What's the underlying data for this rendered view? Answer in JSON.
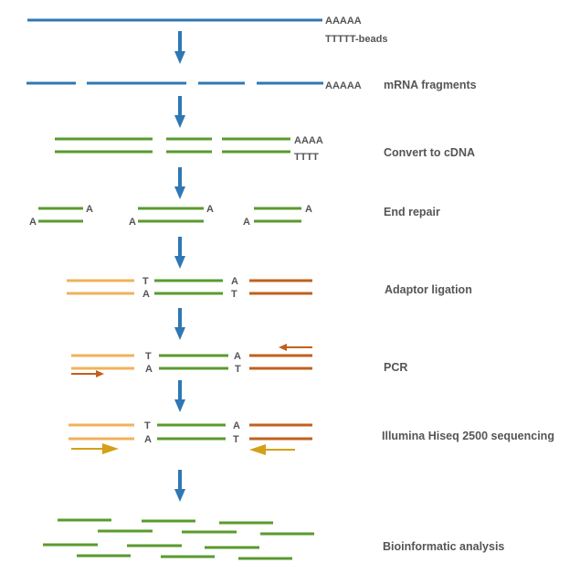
{
  "colors": {
    "mrna": "#2f77b5",
    "cdna": "#5a9a2e",
    "adaptor_left": "#f0b25c",
    "adaptor_right": "#c0611c",
    "arrow": "#2f77b5",
    "primer_small": "#c0611c",
    "primer_large": "#d4a017",
    "text": "#555555"
  },
  "steps": {
    "mrna_polyA": "AAAAA",
    "beads": "TTTTT-beads",
    "fragments_polyA": "AAAAA",
    "fragments_label": "mRNA fragments",
    "cdna_top": "AAAA",
    "cdna_bottom": "TTTT",
    "cdna_label": "Convert to cDNA",
    "end_repair_label": "End repair",
    "adaptor_label": "Adaptor ligation",
    "pcr_label": "PCR",
    "sequencing_label": "Illumina Hiseq 2500 sequencing",
    "analysis_label": "Bioinformatic analysis"
  },
  "bases": {
    "A": "A",
    "T": "T"
  }
}
